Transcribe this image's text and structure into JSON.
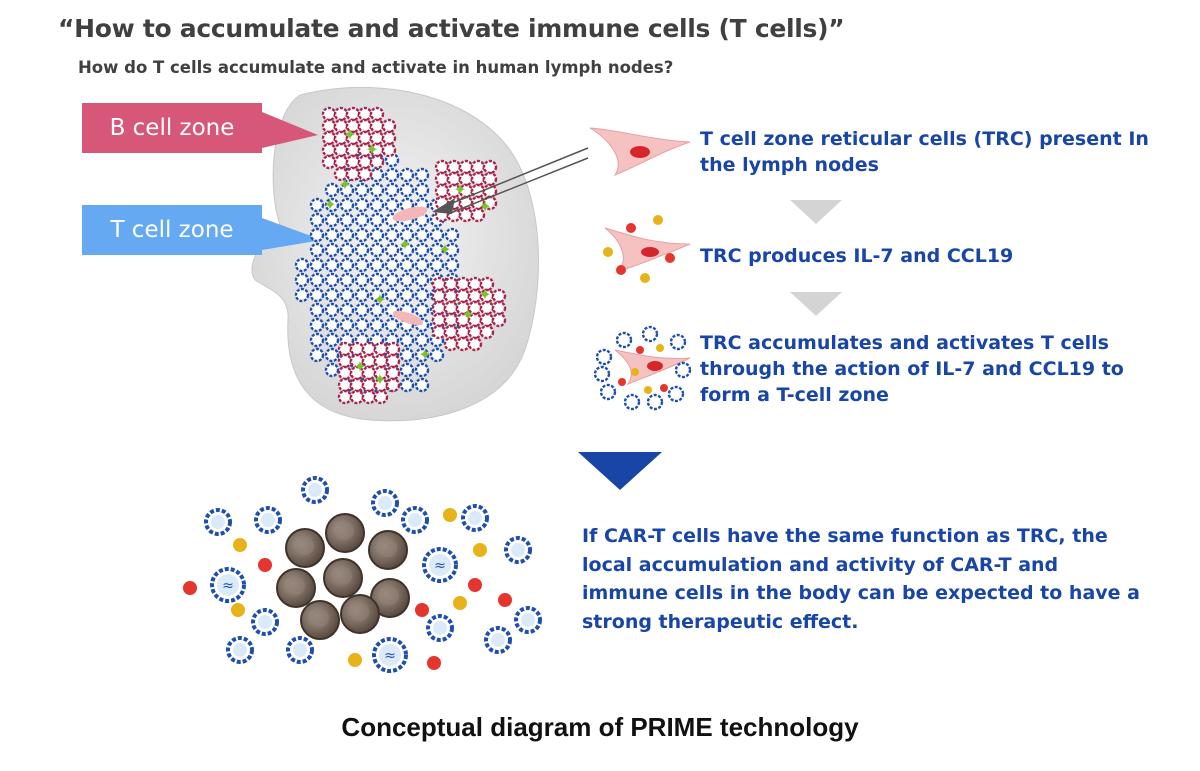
{
  "header": {
    "title": "“How to accumulate and activate immune cells (T cells)”",
    "subtitle": "How do T cells accumulate and activate in human lymph nodes?"
  },
  "zones": {
    "b_cell": "B cell zone",
    "t_cell": "T cell zone"
  },
  "steps": [
    {
      "text": "T cell zone reticular cells (TRC) present In the lymph nodes"
    },
    {
      "text": "TRC produces IL-7 and CCL19"
    },
    {
      "text": "TRC accumulates and activates T cells through the action of IL-7 and CCL19 to form a T-cell zone"
    }
  ],
  "conclusion": "If CAR-T cells have the same function as TRC, the local accumulation and activity of CAR-T and immune cells in the body can be expected to have a strong therapeutic effect.",
  "caption": "Conceptual diagram of PRIME technology",
  "colors": {
    "b_zone_label": "#d75778",
    "t_zone_label": "#64a9f2",
    "text_blue": "#1845a6",
    "t_cell_blue": "#1f4fae",
    "b_cell_red": "#a8264c",
    "trc_pink": "#f4b6b8",
    "il7_red": "#e5352f",
    "ccl19_yellow": "#e8b21a",
    "tumor_cell": "#7b6a5e"
  }
}
